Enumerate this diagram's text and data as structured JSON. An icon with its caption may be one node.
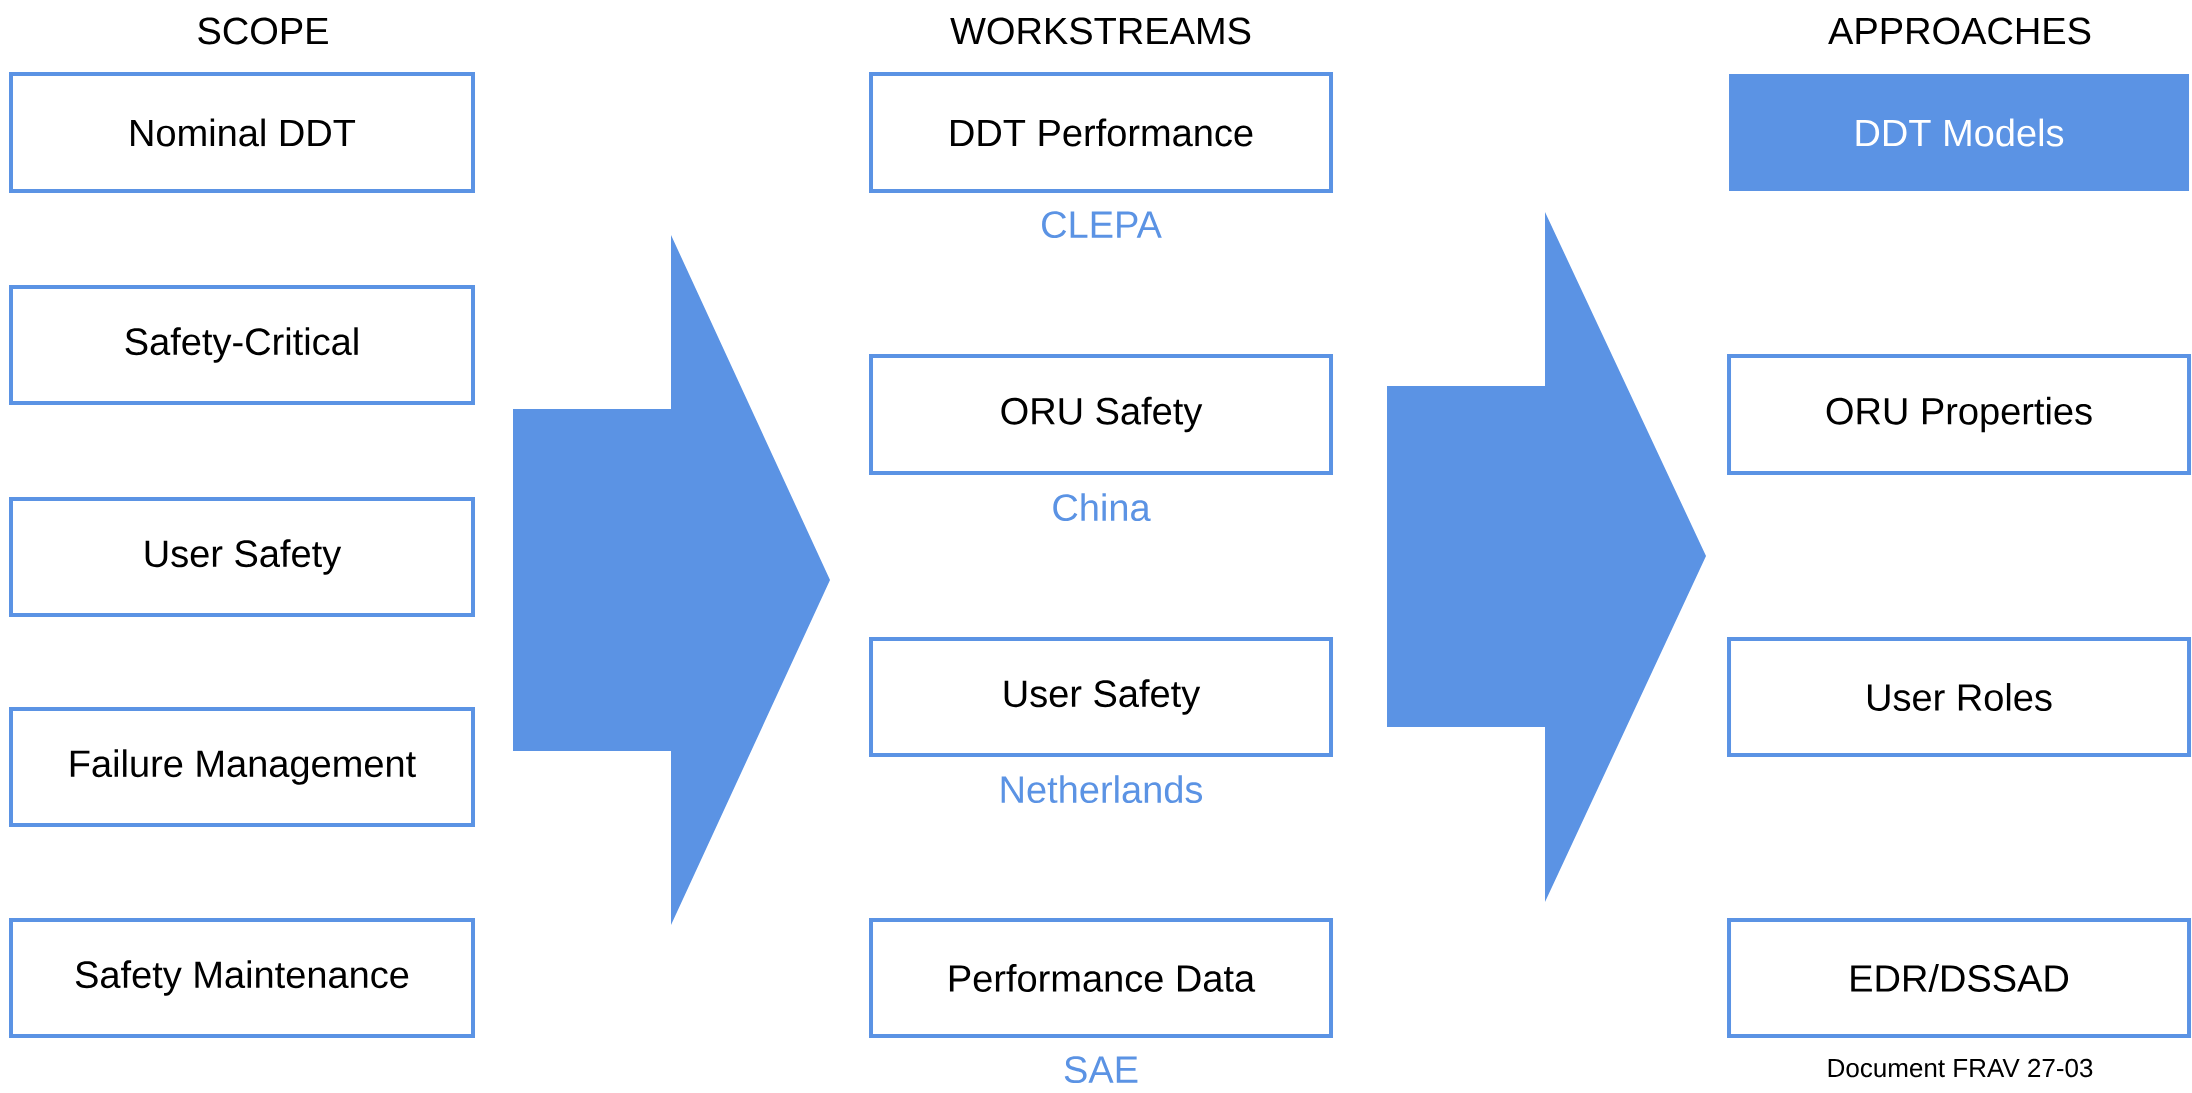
{
  "diagram": {
    "nodes": [
      {
        "text": [
          "Nominal DDT"
        ]
      },
      {
        "text": [
          "Safety-Critical"
        ]
      },
      {
        "text": [
          "User Safety"
        ]
      },
      {
        "text": [
          "Failure Management"
        ]
      },
      {
        "text": [
          "Safety Maintenance"
        ]
      },
      {
        "text": [
          "DDT Performance"
        ],
        "beside": [
          "CLEPA"
        ]
      },
      {
        "text": [
          "ORU Safety"
        ],
        "beside": [
          "China"
        ]
      },
      {
        "text": [
          "User Safety"
        ],
        "beside": [
          "Netherlands"
        ]
      },
      {
        "text": [
          "Performance Data"
        ],
        "beside": [
          "SAE"
        ]
      },
      {
        "text": [
          "DDT Models"
        ]
      },
      {
        "text": [
          "ORU Properties"
        ]
      },
      {
        "text": [
          "User Roles"
        ]
      },
      {
        "text": [
          "EDR/DSSAD"
        ]
      }
    ],
    "edges": [],
    "labels": [
      "SCOPE",
      "WORKSTREAMS",
      "APPROACHES",
      "Document FRAV 27-03"
    ]
  }
}
